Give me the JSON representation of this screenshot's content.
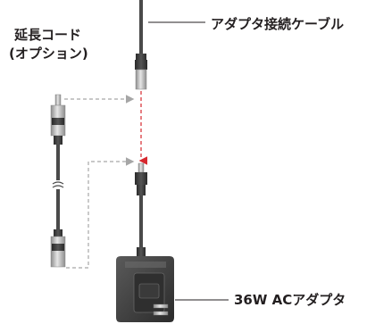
{
  "labels": {
    "adapter_cable": "アダプタ接続ケーブル",
    "extension_cord_line1": "延長コード",
    "extension_cord_line2": "(オプション)",
    "ac_adapter": "36W ACアダプタ"
  },
  "colors": {
    "ink": "#231f20",
    "cable": "#4a4a4a",
    "connector_light": "#bdbdbd",
    "guide_gray": "#a6a6a6",
    "guide_red": "#d6282e",
    "adapter_body": "#3b3b3b"
  }
}
